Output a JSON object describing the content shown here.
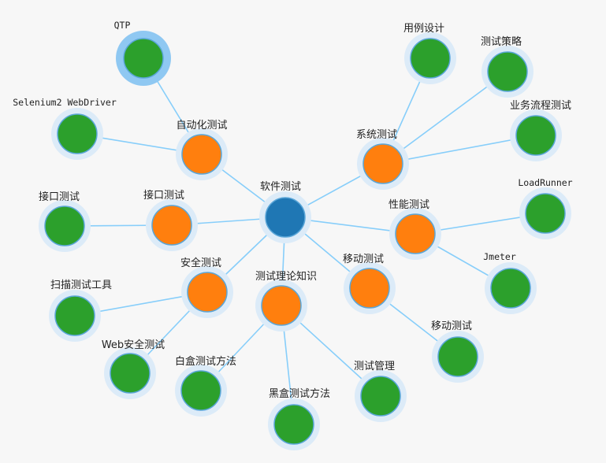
{
  "colors": {
    "background": "#f7f7f7",
    "root": "#1f77b4",
    "category": "#ff7f0e",
    "leaf": "#2ca02c",
    "link": "#87cefa",
    "halo": "#dcebf8",
    "selected_halo": "#8fc8f2"
  },
  "graph": {
    "root": "软件测试",
    "categories": [
      {
        "label": "自动化测试",
        "children": [
          "QTP",
          "Selenium2 WebDriver"
        ]
      },
      {
        "label": "系统测试",
        "children": [
          "用例设计",
          "测试策略",
          "业务流程测试"
        ]
      },
      {
        "label": "接口测试",
        "children": [
          "接口测试"
        ]
      },
      {
        "label": "性能测试",
        "children": [
          "LoadRunner",
          "Jmeter"
        ]
      },
      {
        "label": "安全测试",
        "children": [
          "扫描测试工具",
          "Web安全测试"
        ]
      },
      {
        "label": "测试理论知识",
        "children": [
          "白盒测试方法",
          "黑盒测试方法",
          "测试管理"
        ]
      },
      {
        "label": "移动测试",
        "children": [
          "移动测试"
        ]
      }
    ],
    "selected": "QTP"
  }
}
